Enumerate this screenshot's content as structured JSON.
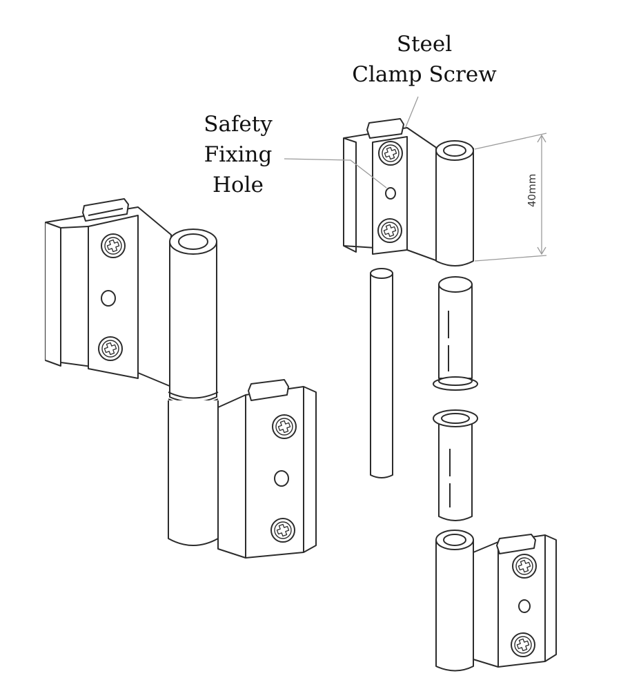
{
  "labels": {
    "steel_clamp_screw": [
      "Steel",
      "Clamp Screw"
    ],
    "safety_fixing_hole": [
      "Safety",
      "Fixing",
      "Hole"
    ],
    "dimension": "40mm"
  },
  "colors": {
    "line": "#2b2b2b",
    "leader": "#9a9a9a",
    "fill": "#ffffff"
  },
  "icons": [
    "phillips-screw-icon"
  ]
}
